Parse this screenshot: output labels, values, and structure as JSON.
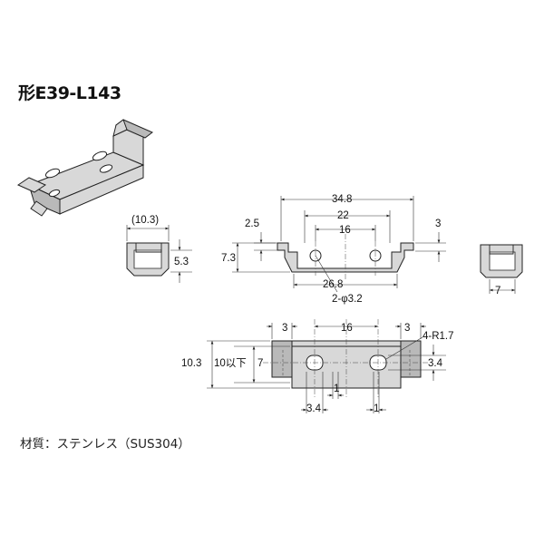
{
  "title": "形E39-L143",
  "material": "材質：ステンレス（SUS304）",
  "dimensions": {
    "left_width": "(10.3)",
    "left_height": "5.3",
    "front_total": "34.8",
    "front_hole_span": "22",
    "front_inner": "16",
    "front_flange_left": "2.5",
    "front_flange_right": "3",
    "front_height": "7.3",
    "front_bottom": "26.8",
    "front_holes": "2-φ3.2",
    "right_width": "7",
    "top_left_flange": "3",
    "top_inner": "16",
    "top_right_flange": "3",
    "top_radius": "4-R1.7",
    "top_overall": "10.3",
    "top_max": "10以下",
    "top_height": "7",
    "top_slot": "3.4",
    "top_bottom_left": "3.4",
    "top_bottom_mid": "1",
    "top_bottom_right": "1"
  }
}
